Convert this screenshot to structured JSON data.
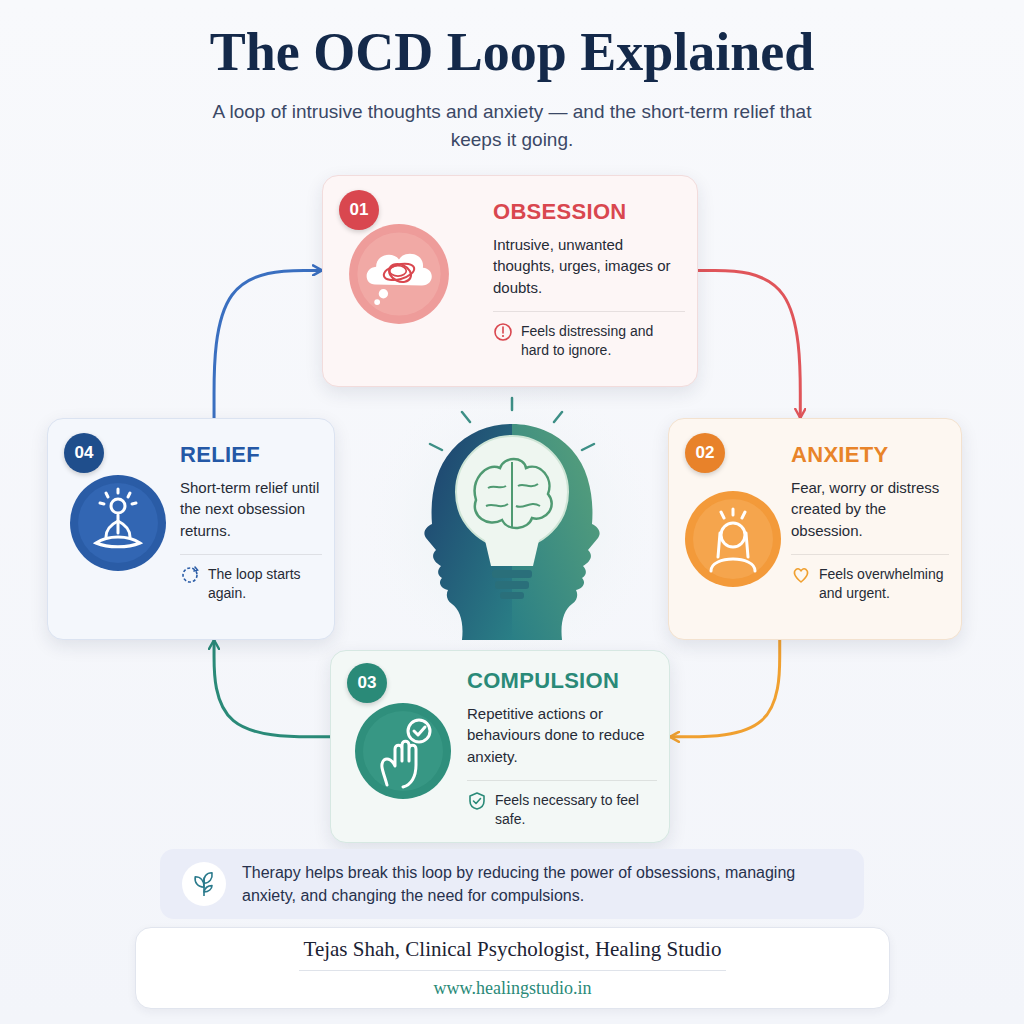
{
  "diagram": {
    "title": "The OCD Loop Explained",
    "nodes": [
      {
        "text": [
          "OBSESSION",
          "Intrusive, unwanted thoughts, urges, images or doubts.",
          "Feels distressing and hard to ignore."
        ]
      },
      {
        "text": [
          "01"
        ],
        "in": 0
      },
      {
        "text": [
          "ANXIETY",
          "Fear, worry or distress created by the obsession.",
          "Feels overwhelming and urgent."
        ]
      },
      {
        "text": [
          "02"
        ],
        "in": 2
      },
      {
        "text": [
          "COMPULSION",
          "Repetitive actions or behaviours done to reduce anxiety.",
          "Feels necessary to feel safe."
        ]
      },
      {
        "text": [
          "03"
        ],
        "in": 4
      },
      {
        "text": [
          "RELIEF",
          "Short-term relief until the next obsession returns.",
          "The loop starts again."
        ]
      },
      {
        "text": [
          "04"
        ],
        "in": 6
      },
      {
        "text": [
          "Therapy helps break this loop by reducing the power of obsessions, managing anxiety, and changing the need for compulsions."
        ]
      },
      {
        "text": [
          "Tejas Shah, Clinical Psychologist, Healing Studio",
          "www.healingstudio.in"
        ]
      }
    ],
    "edges": [
      {
        "from": 0,
        "to": 2,
        "arrow": "to"
      },
      {
        "from": 2,
        "to": 4,
        "arrow": "to"
      },
      {
        "from": 4,
        "to": 6,
        "arrow": "to"
      },
      {
        "from": 6,
        "to": 0,
        "arrow": "to"
      }
    ],
    "labels": [
      "A loop of intrusive thoughts and anxiety — and the short-term relief that keeps it going."
    ]
  }
}
